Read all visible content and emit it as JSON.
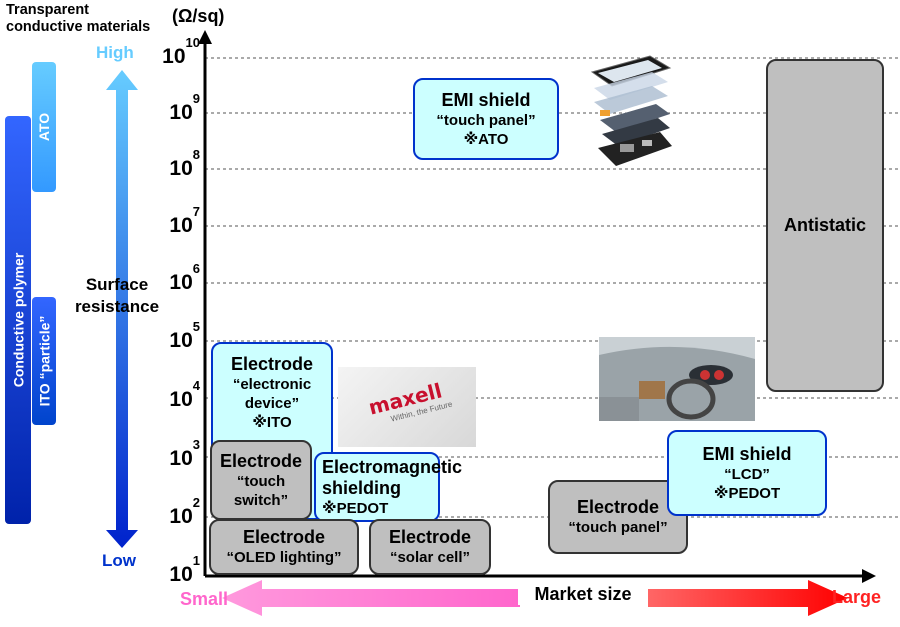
{
  "legend": {
    "title": "Transparent conductive materials",
    "materials": [
      {
        "label": "ATO"
      },
      {
        "label": "Conductive polymer"
      },
      {
        "label": "ITO “particle”"
      }
    ]
  },
  "y_axis": {
    "unit": "(Ω/sq)",
    "label": "Surface resistance",
    "high_label": "High",
    "low_label": "Low",
    "ticks": [
      {
        "base": "10",
        "exp": "10",
        "value": 10
      },
      {
        "base": "10",
        "exp": "9",
        "value": 9
      },
      {
        "base": "10",
        "exp": "8",
        "value": 8
      },
      {
        "base": "10",
        "exp": "7",
        "value": 7
      },
      {
        "base": "10",
        "exp": "6",
        "value": 6
      },
      {
        "base": "10",
        "exp": "5",
        "value": 5
      },
      {
        "base": "10",
        "exp": "4",
        "value": 4
      },
      {
        "base": "10",
        "exp": "3",
        "value": 3
      },
      {
        "base": "10",
        "exp": "2",
        "value": 2
      },
      {
        "base": "10",
        "exp": "1",
        "value": 1
      }
    ]
  },
  "x_axis": {
    "label": "Market size",
    "small_label": "Small",
    "large_label": "Large"
  },
  "applications": [
    {
      "title": "EMI shield",
      "detail": "“touch panel”",
      "material": "※ATO"
    },
    {
      "title": "Antistatic"
    },
    {
      "title": "Electrode",
      "detail": "“electronic device”",
      "material": "※ITO"
    },
    {
      "title": "Electrode",
      "detail": "“touch switch”"
    },
    {
      "title": "Electromagnetic shielding",
      "material": "※PEDOT"
    },
    {
      "title": "Electrode",
      "detail": "“OLED lighting”"
    },
    {
      "title": "Electrode",
      "detail": "“solar cell”"
    },
    {
      "title": "Electrode",
      "detail": "“touch panel”"
    },
    {
      "title": "EMI shield",
      "detail": "“LCD”",
      "material": "※PEDOT"
    }
  ],
  "images": {
    "maxell_logo": "maxell",
    "maxell_tagline": "Within, the Future"
  },
  "colors": {
    "cyan_box": "#ccffff",
    "cyan_border": "#0033cc",
    "gray_box": "#bfbfbf",
    "blue_dark": "#0033cc",
    "blue_light": "#66ccff",
    "pink": "#ff66cc",
    "red": "#ff0000"
  }
}
